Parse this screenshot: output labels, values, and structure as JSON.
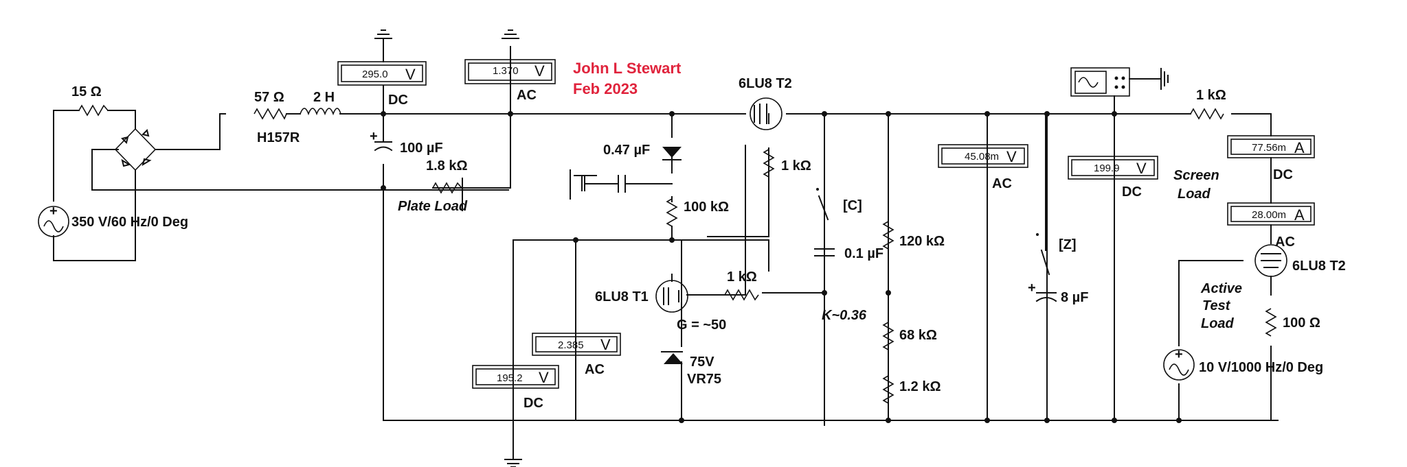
{
  "author": {
    "name": "John L Stewart",
    "date": "Feb 2023"
  },
  "source": {
    "resistor": "15 Ω",
    "label": "350 V/60 Hz/0 Deg"
  },
  "filter": {
    "r_series": "57 Ω",
    "inductor": "2 H",
    "choke_label": "H157R",
    "cap": "100 µF",
    "r_load": "1.8 kΩ",
    "load_label": "Plate Load"
  },
  "meters": {
    "m1": {
      "value": "295.0",
      "unit": "V",
      "mode": "DC"
    },
    "m2": {
      "value": "1.370",
      "unit": "V",
      "mode": "AC"
    },
    "m3": {
      "value": "2.385",
      "unit": "V",
      "mode": "AC"
    },
    "m4": {
      "value": "195.2",
      "unit": "V",
      "mode": "DC"
    },
    "m5": {
      "value": "45.08m",
      "unit": "V",
      "mode": "AC"
    },
    "m6": {
      "value": "199.9",
      "unit": "V",
      "mode": "DC"
    },
    "m7": {
      "value": "77.56m",
      "unit": "A",
      "mode": "DC"
    },
    "m8": {
      "value": "28.00m",
      "unit": "A",
      "mode": "AC"
    }
  },
  "regulator": {
    "cap": "0.47 µF",
    "r_plate": "100 kΩ",
    "tube_t1": "6LU8 T1",
    "gain": "G = ~50",
    "r_grid": "1 kΩ",
    "zener_v": "75V",
    "zener_part": "VR75",
    "tube_t2": "6LU8 T2",
    "r_screen": "1 kΩ"
  },
  "divider": {
    "switch_c": "[C]",
    "cap": "0.1 µF",
    "k": "K~0.36",
    "r1": "120 kΩ",
    "r2": "68 kΩ",
    "r3": "1.2 kΩ"
  },
  "output": {
    "switch_z": "[Z]",
    "cap": "8 µF"
  },
  "load": {
    "r_top": "1 kΩ",
    "screen_label_1": "Screen",
    "screen_label_2": "Load",
    "tube": "6LU8 T2",
    "active_1": "Active",
    "active_2": "Test",
    "active_3": "Load",
    "r_cathode": "100 Ω",
    "source": "10 V/1000 Hz/0 Deg"
  }
}
